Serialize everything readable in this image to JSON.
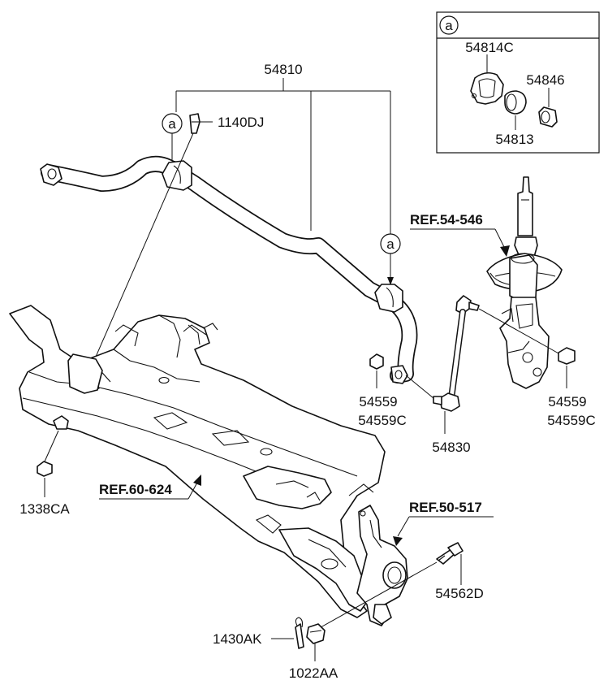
{
  "labels": {
    "p54810": "54810",
    "p1140DJ": "1140DJ",
    "p54814C": "54814C",
    "p54846": "54846",
    "p54813": "54813",
    "p54559_l_a": "54559",
    "p54559_l_b": "54559C",
    "p54559_r_a": "54559",
    "p54559_r_b": "54559C",
    "p54830": "54830",
    "p1338CA": "1338CA",
    "p54562D": "54562D",
    "p1430AK": "1430AK",
    "p1022AA": "1022AA"
  },
  "refs": {
    "ref_54_546": "REF.54-546",
    "ref_60_624": "REF.60-624",
    "ref_50_517": "REF.50-517"
  },
  "callouts": {
    "a": "a"
  },
  "inset": {
    "tag": "a"
  }
}
